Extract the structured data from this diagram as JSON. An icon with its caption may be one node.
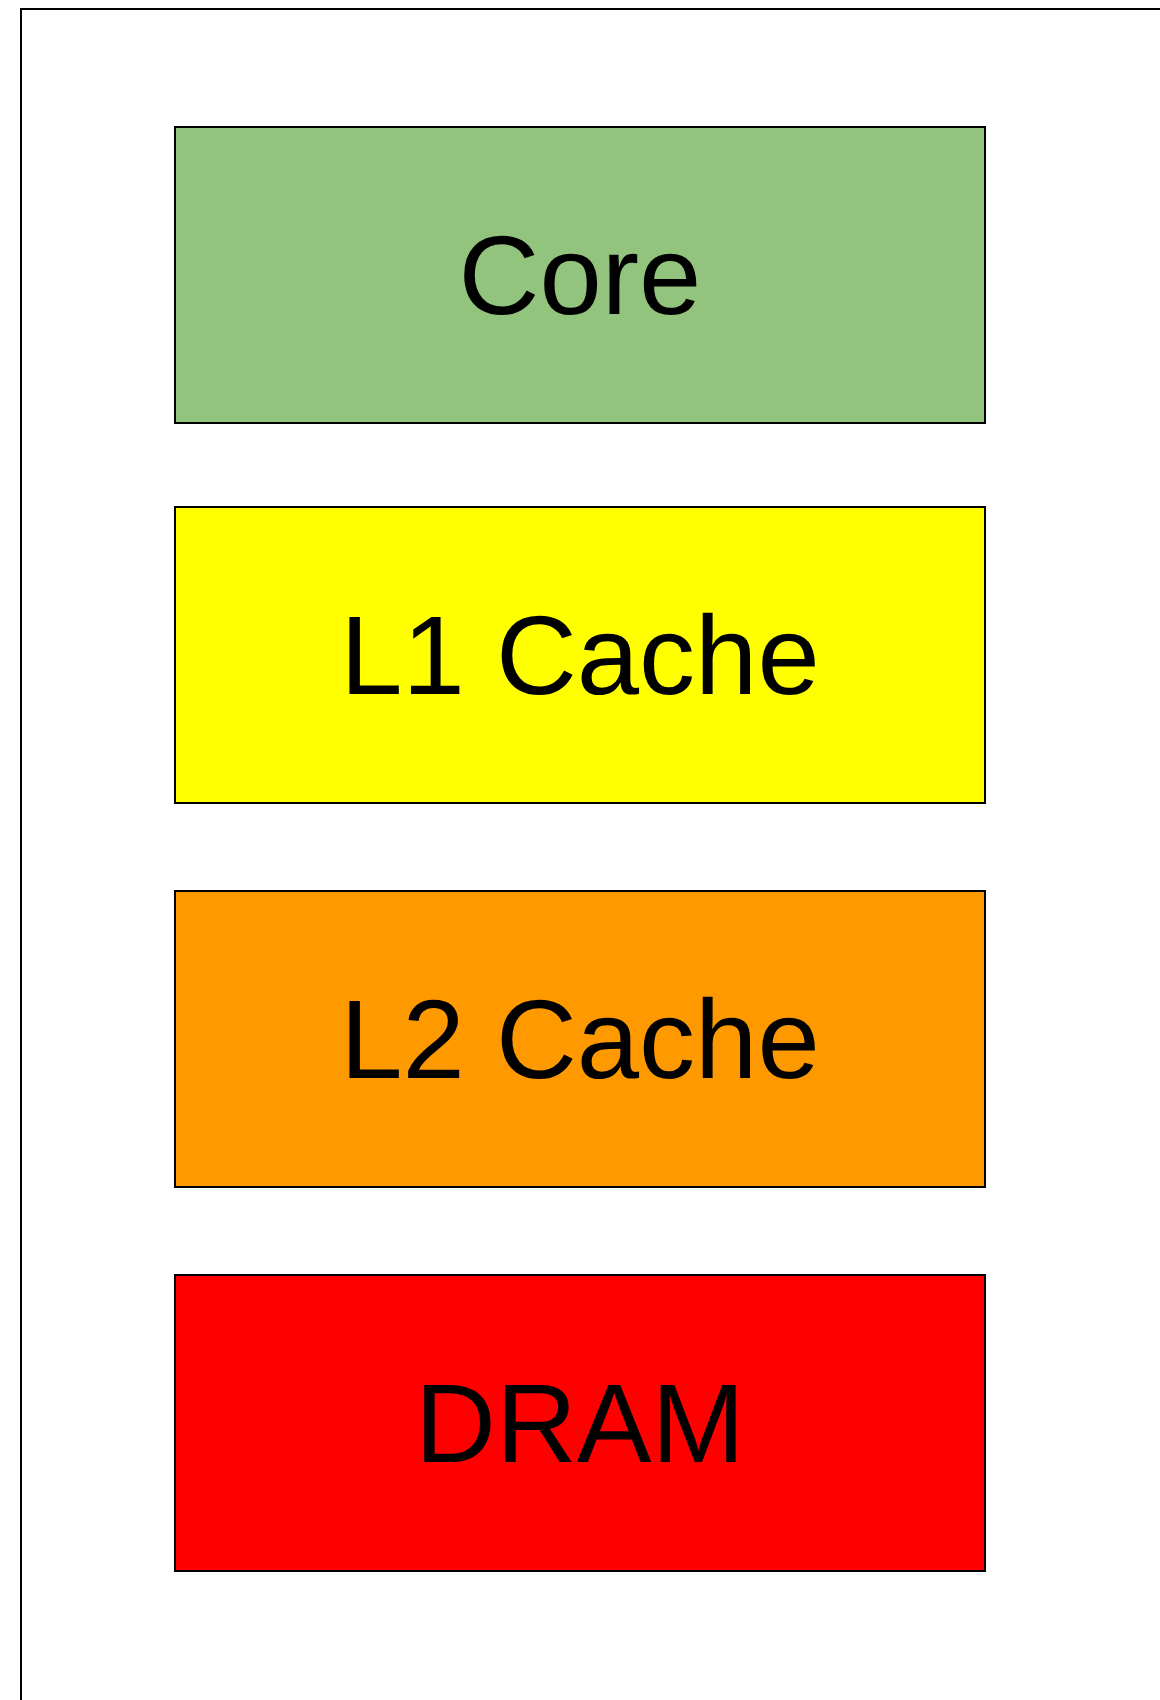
{
  "diagram": {
    "nodes": [
      {
        "text": [
          "Core"
        ]
      },
      {
        "text": [
          "L1 Cache"
        ]
      },
      {
        "text": [
          "L2 Cache"
        ]
      },
      {
        "text": [
          "DRAM"
        ]
      }
    ],
    "edges": []
  }
}
